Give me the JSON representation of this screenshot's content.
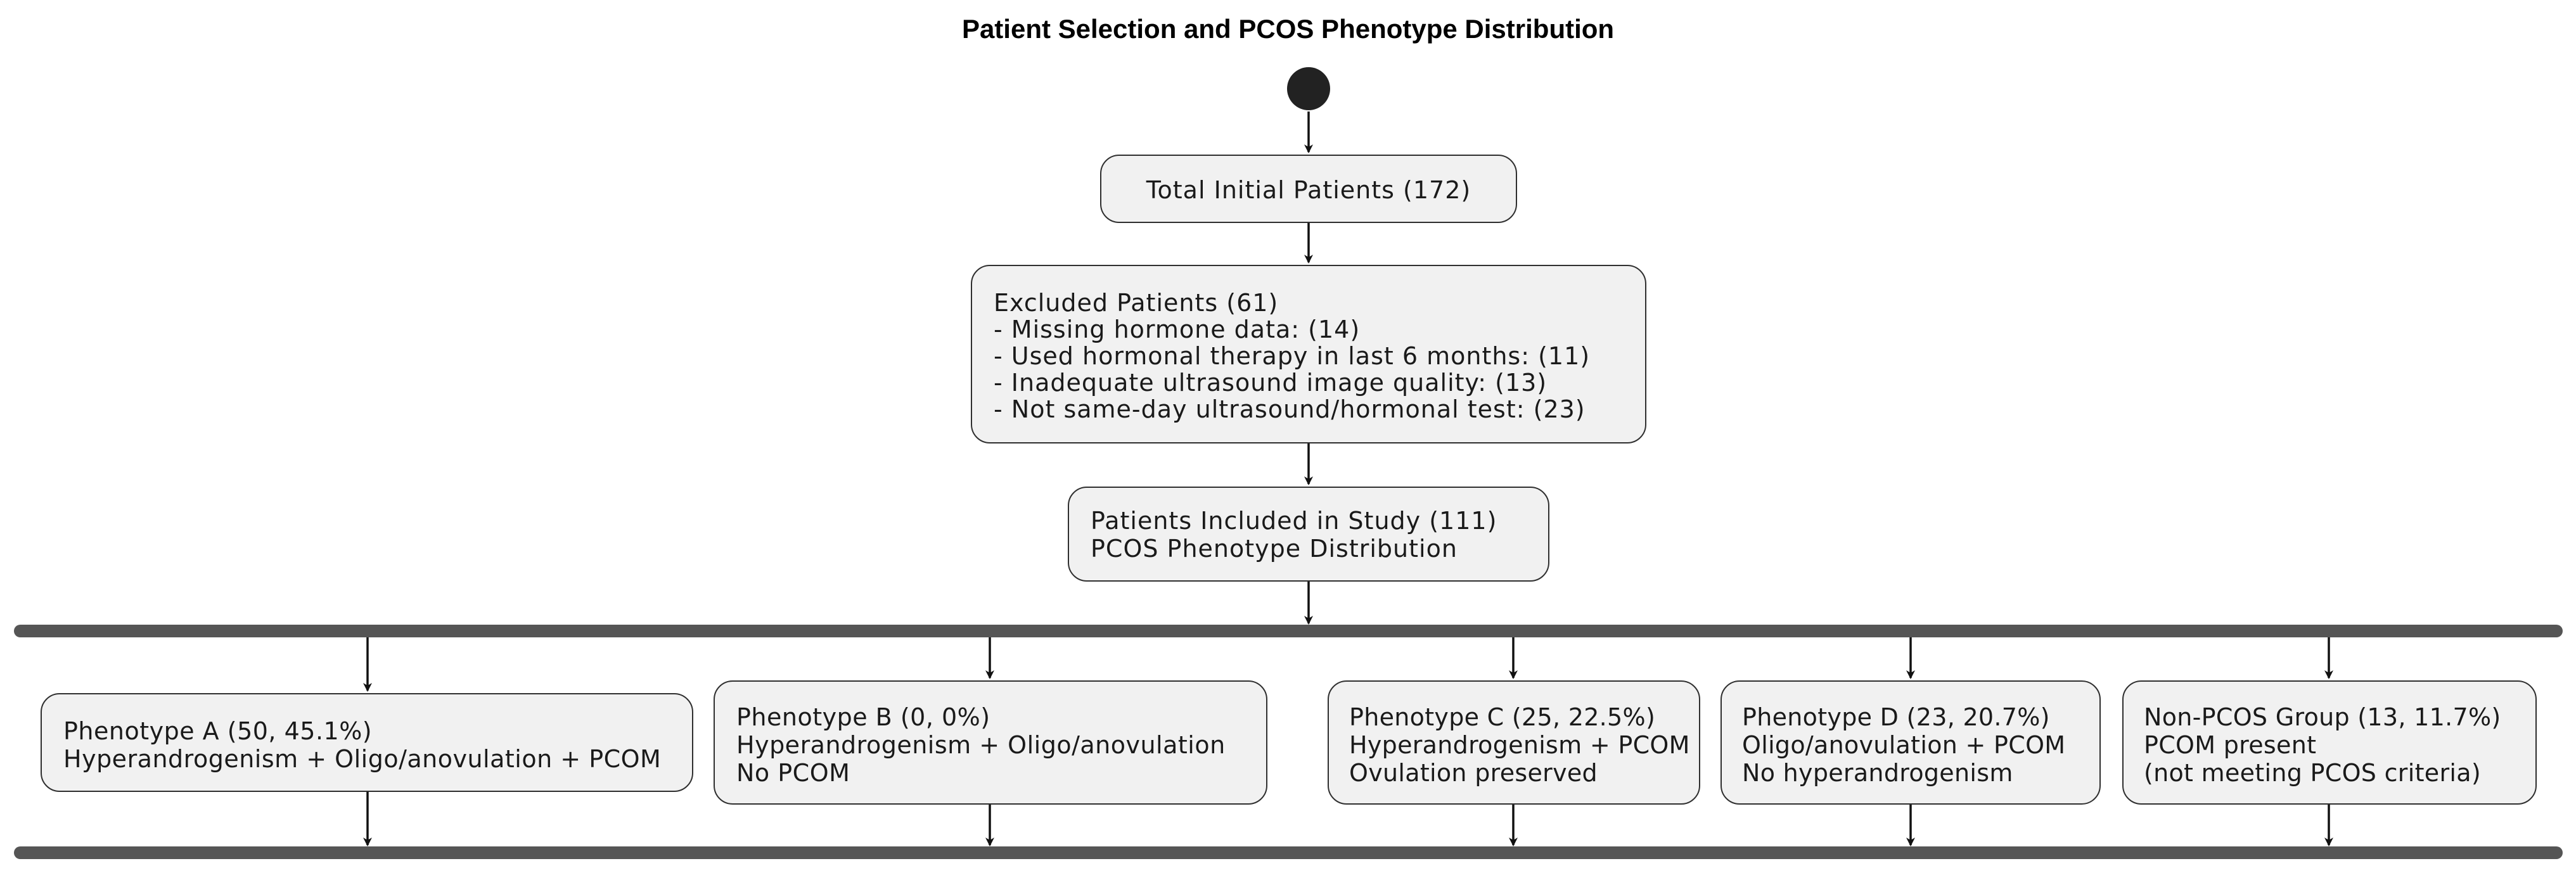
{
  "title": "Patient Selection and PCOS Phenotype Distribution",
  "nodes": {
    "total": {
      "lines": [
        "Total Initial Patients (172)"
      ]
    },
    "excluded": {
      "lines": [
        "Excluded Patients (61)",
        "- Missing hormone data: (14)",
        "- Used hormonal therapy in last 6 months: (11)",
        "- Inadequate ultrasound image quality: (13)",
        "- Not same-day ultrasound/hormonal test: (23)"
      ]
    },
    "included": {
      "lines": [
        "Patients Included in Study (111)",
        "PCOS Phenotype Distribution"
      ]
    },
    "phenotype_a": {
      "lines": [
        "Phenotype A (50, 45.1%)",
        "Hyperandrogenism + Oligo/anovulation + PCOM"
      ]
    },
    "phenotype_b": {
      "lines": [
        "Phenotype B (0, 0%)",
        "Hyperandrogenism + Oligo/anovulation",
        "No PCOM"
      ]
    },
    "phenotype_c": {
      "lines": [
        "Phenotype C (25, 22.5%)",
        "Hyperandrogenism + PCOM",
        "Ovulation preserved"
      ]
    },
    "phenotype_d": {
      "lines": [
        "Phenotype D (23, 20.7%)",
        "Oligo/anovulation + PCOM",
        "No hyperandrogenism"
      ]
    },
    "non_pcos": {
      "lines": [
        "Non-PCOS Group (13, 11.7%)",
        "PCOM present",
        "(not meeting PCOS criteria)"
      ]
    }
  }
}
